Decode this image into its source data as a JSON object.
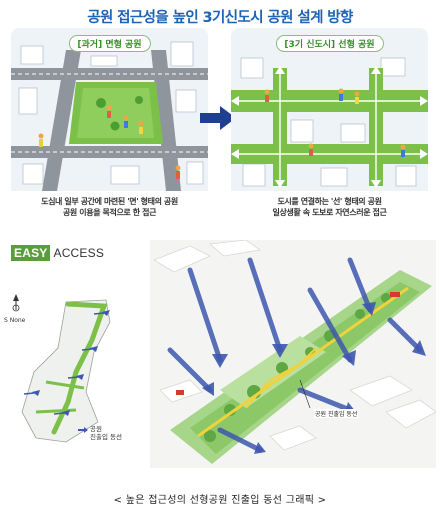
{
  "title": "공원 접근성을 높인 3기신도시 공원 설계 방향",
  "left_panel": {
    "tag": "[과거] 면형 공원",
    "caption_line1": "도심내 일부 공간에 마련된 '면' 형태의 공원",
    "caption_line2": "공원 이용을 목적으로 한 접근"
  },
  "right_panel": {
    "tag": "[3기 신도시] 선형 공원",
    "caption_line1": "도시를 연결하는 '선' 형태의 공원",
    "caption_line2": "일상생활 속 도보로 자연스러운 접근"
  },
  "easy_access": {
    "part1": "EASY",
    "part2": "ACCESS"
  },
  "compass_label": "S None",
  "legend": {
    "line1": "공원",
    "line2": "진출입 동선"
  },
  "aerial_label": "공원 진출입 동선",
  "footer": "< 높은 접근성의 선형공원 진출입 동선 그래픽 >",
  "colors": {
    "title": "#1e63b5",
    "park_green": "#7cc04a",
    "access_arrow": "#3f57b0"
  }
}
